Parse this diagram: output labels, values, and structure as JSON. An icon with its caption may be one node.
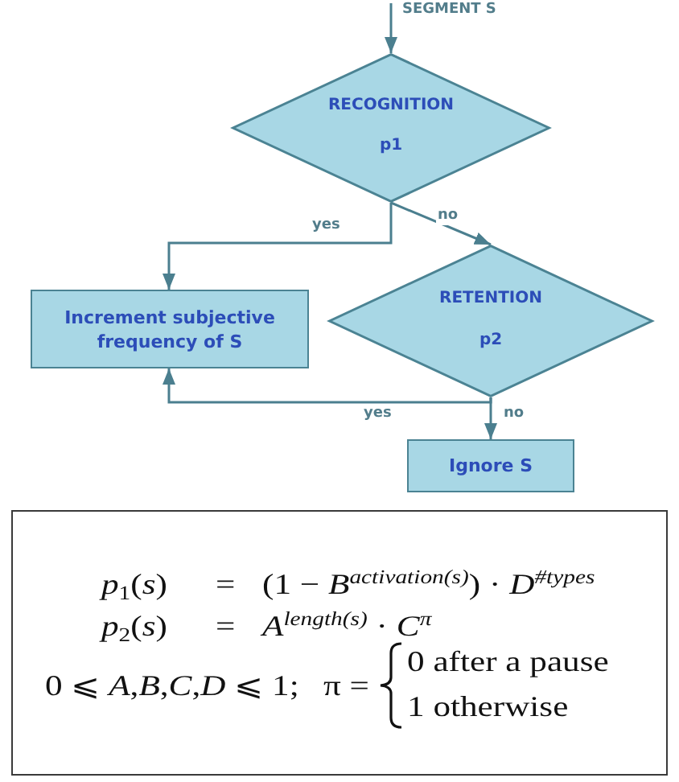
{
  "diagram": {
    "nodes": [
      {
        "text": [
          "RECOGNITION",
          "p1"
        ]
      },
      {
        "text": [
          "RETENTION",
          "p2"
        ]
      },
      {
        "text": [
          "Increment subjective frequency of S"
        ]
      },
      {
        "text": [
          "Ignore S"
        ]
      },
      {
        "text": [
          "*p*$_{1}$(*s*)",
          "=",
          "(1 − *B*$^{activation(s)}$) · *D*$^{#types}$",
          "*p*$_{2}$(*s*)",
          "=",
          "*A*$^{length(s)}$ · *C*$^{π}$",
          "0 ⩽ *A*,*B*,*C*,*D* ⩽ 1;",
          "π =",
          "0 after a pause",
          "1 otherwise"
        ]
      }
    ],
    "edges": [
      {
        "from": null,
        "to": 0,
        "arrow": "to",
        "label": "SEGMENT S"
      },
      {
        "from": 0,
        "to": 2,
        "arrow": "to",
        "label": "yes"
      },
      {
        "from": 0,
        "to": 1,
        "arrow": "to",
        "label": "no"
      },
      {
        "from": 1,
        "to": 2,
        "arrow": "to",
        "label": "yes"
      },
      {
        "from": 1,
        "to": 3,
        "arrow": "to",
        "label": "no"
      }
    ]
  }
}
